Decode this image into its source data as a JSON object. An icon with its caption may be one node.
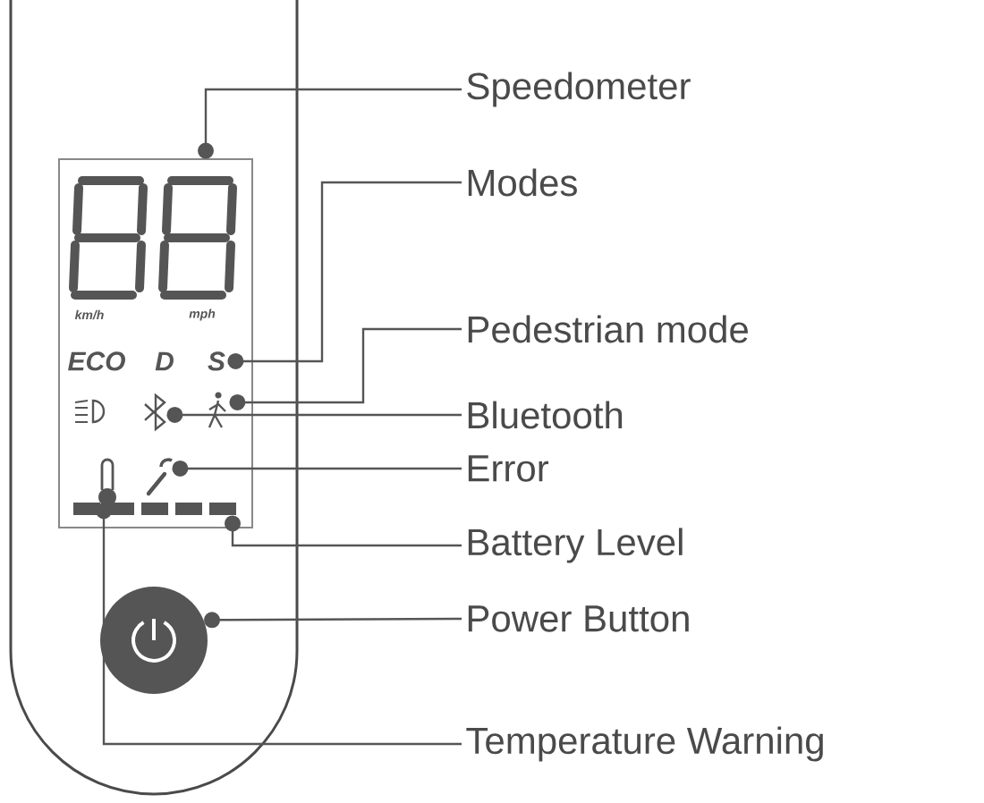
{
  "diagram": {
    "nodes": [
      {
        "text": [
          "Speedometer"
        ]
      },
      {
        "text": [
          "Modes"
        ]
      },
      {
        "text": [
          "Pedestrian mode"
        ]
      },
      {
        "text": [
          "Bluetooth"
        ]
      },
      {
        "text": [
          "Error"
        ]
      },
      {
        "text": [
          "Battery Level"
        ]
      },
      {
        "text": [
          "Power Button"
        ]
      },
      {
        "text": [
          "Temperature Warning"
        ]
      },
      {
        "text": [],
        "shape": "picture"
      },
      {
        "text": [
          "S"
        ]
      },
      {
        "text": [],
        "shape": "picture"
      },
      {
        "text": [],
        "shape": "picture"
      },
      {
        "text": [],
        "shape": "picture"
      },
      {
        "text": [],
        "shape": "bar"
      },
      {
        "text": [],
        "shape": "circle"
      },
      {
        "text": [],
        "shape": "picture"
      }
    ],
    "edges": [
      {
        "from": 0,
        "to": 8,
        "arrow": "other"
      },
      {
        "from": 1,
        "to": 9,
        "arrow": "other"
      },
      {
        "from": 2,
        "to": 10,
        "arrow": "other"
      },
      {
        "from": 3,
        "to": 11,
        "arrow": "other"
      },
      {
        "from": 4,
        "to": 12,
        "arrow": "other"
      },
      {
        "from": 5,
        "to": 13,
        "arrow": "other"
      },
      {
        "from": 6,
        "to": 14,
        "arrow": "other"
      },
      {
        "from": 7,
        "to": 15,
        "arrow": "other"
      }
    ],
    "labels": [
      "km/h",
      "mph",
      "ECO",
      "D"
    ]
  }
}
